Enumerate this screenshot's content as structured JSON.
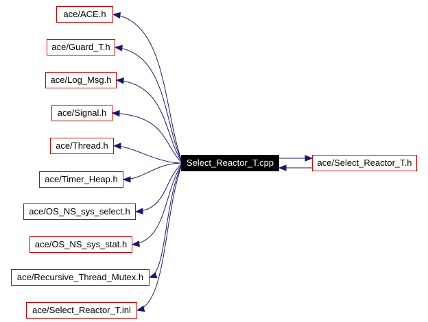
{
  "diagram": {
    "center": {
      "id": "src",
      "label": "Select_Reactor_T.cpp"
    },
    "nodes": [
      {
        "id": "n1",
        "label": "ace/ACE.h"
      },
      {
        "id": "n2",
        "label": "ace/Guard_T.h"
      },
      {
        "id": "n3",
        "label": "ace/Log_Msg.h"
      },
      {
        "id": "n4",
        "label": "ace/Signal.h"
      },
      {
        "id": "n5",
        "label": "ace/Thread.h"
      },
      {
        "id": "n6",
        "label": "ace/Timer_Heap.h"
      },
      {
        "id": "n7",
        "label": "ace/OS_NS_sys_select.h"
      },
      {
        "id": "n8",
        "label": "ace/OS_NS_sys_stat.h"
      },
      {
        "id": "n9",
        "label": "ace/Recursive_Thread_Mutex.h"
      },
      {
        "id": "n10",
        "label": "ace/Select_Reactor_T.inl"
      },
      {
        "id": "n11",
        "label": "ace/Select_Reactor_T.h"
      }
    ],
    "edges": [
      {
        "from": "src",
        "to": "n1"
      },
      {
        "from": "src",
        "to": "n2"
      },
      {
        "from": "src",
        "to": "n3"
      },
      {
        "from": "src",
        "to": "n4"
      },
      {
        "from": "src",
        "to": "n5"
      },
      {
        "from": "src",
        "to": "n6"
      },
      {
        "from": "src",
        "to": "n7"
      },
      {
        "from": "src",
        "to": "n8"
      },
      {
        "from": "src",
        "to": "n9"
      },
      {
        "from": "src",
        "to": "n10"
      },
      {
        "from": "src",
        "to": "n11"
      },
      {
        "from": "n11",
        "to": "src"
      }
    ],
    "colors": {
      "edge": "#191970",
      "node_border": "#cc0000",
      "center_fill": "#000000",
      "center_text": "#ffffff"
    }
  }
}
